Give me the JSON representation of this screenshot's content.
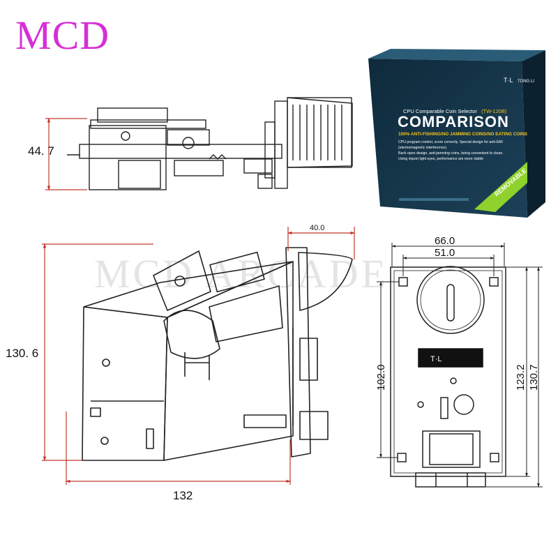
{
  "brand": {
    "logo_text": "MCD"
  },
  "watermark": {
    "text": "MCD ARCADE"
  },
  "box": {
    "subtitle": "CPU Comparable Coin Selector",
    "model": "(TW-120B)",
    "title": "COMPARISON",
    "tagline": "100% ANTI-FISHING/NO JAMMING COINS/NO EATING COINS",
    "desc_lines": [
      "CPU program control, score correctly. Special design for anti-EMI",
      "(electromagnetic interference).",
      "Back open design, anti-jamming coins, being convenient to clean.",
      "Using import light eyes, performance are more stable"
    ],
    "ribbon": "REMOVABLE",
    "logo": "T·L",
    "maker": "TONG LI",
    "colors": {
      "box": "#17344a",
      "accent": "#f3c317",
      "ribbon": "#8fd22d"
    }
  },
  "side_view": {
    "height_label": "44. 7"
  },
  "main_view": {
    "top_label": "40.0",
    "height_label": "130. 6",
    "width_label": "132"
  },
  "front_view": {
    "width_outer": "66.0",
    "width_inner": "51.0",
    "height_inner": "102.0",
    "height_mid": "123.2",
    "height_outer": "130.7",
    "plate_logo": "T·L"
  }
}
